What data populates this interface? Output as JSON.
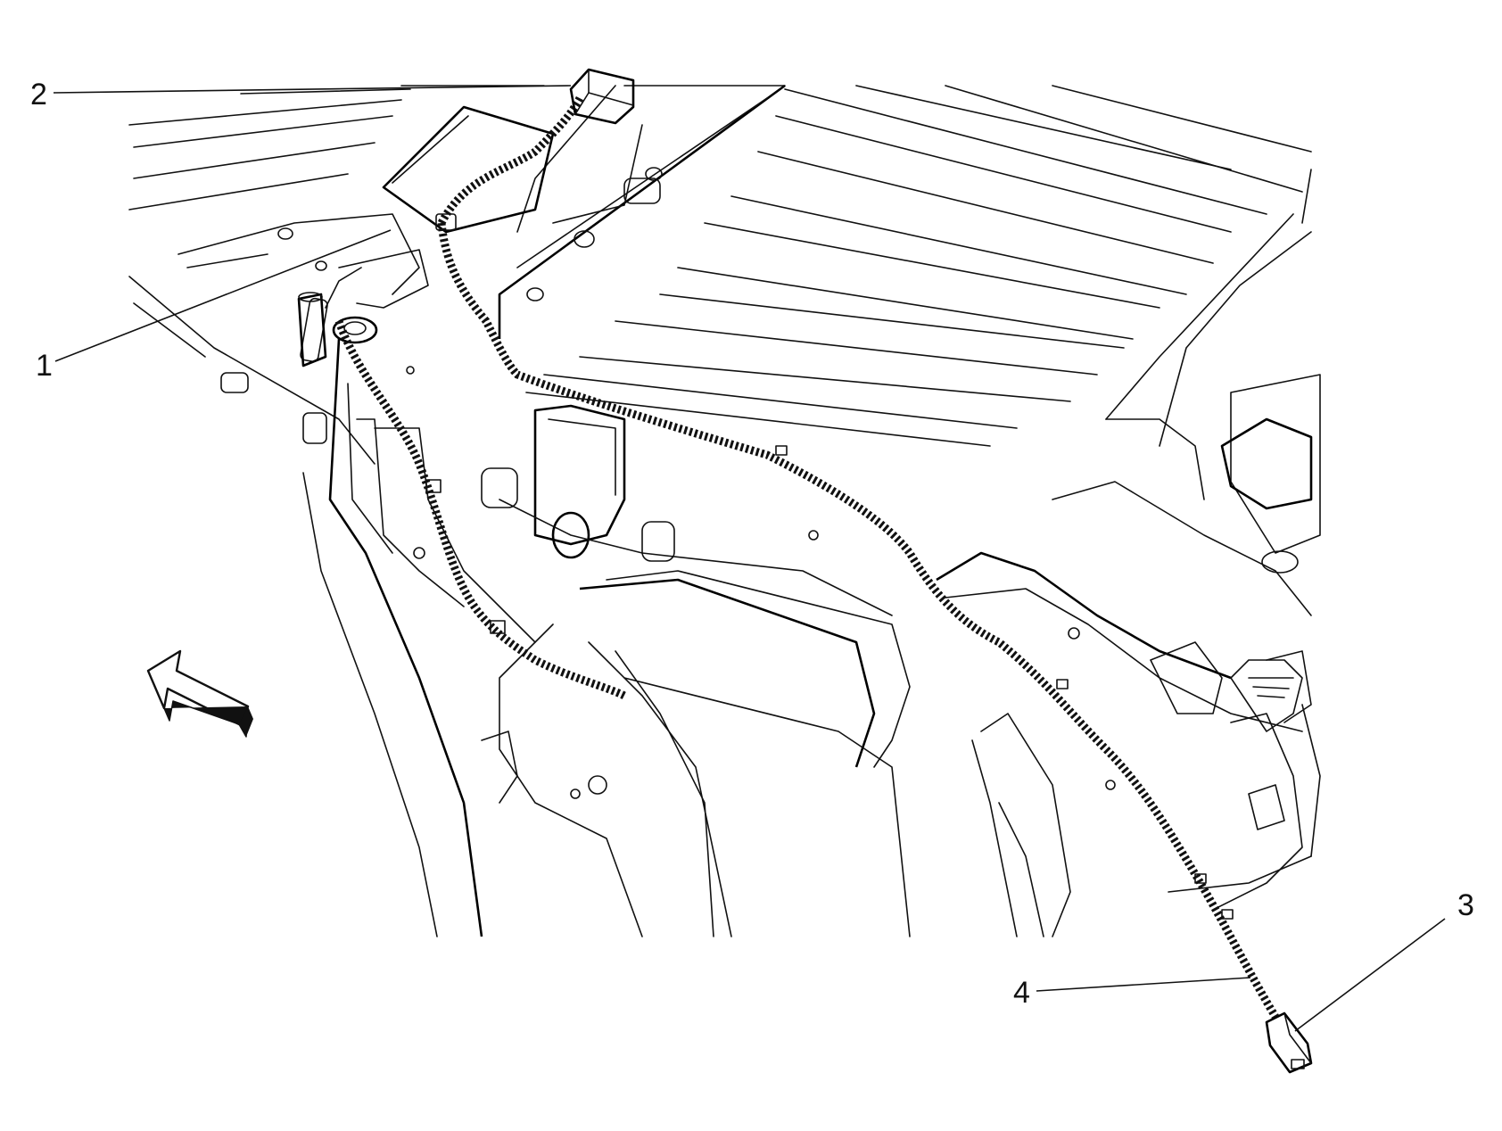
{
  "callouts": [
    {
      "id": "1",
      "label": "1"
    },
    {
      "id": "2",
      "label": "2"
    },
    {
      "id": "3",
      "label": "3"
    },
    {
      "id": "4",
      "label": "4"
    }
  ],
  "icons": {
    "direction_arrow": "front-direction-arrow-icon"
  },
  "colors": {
    "line": "#111111",
    "background": "#ffffff"
  }
}
